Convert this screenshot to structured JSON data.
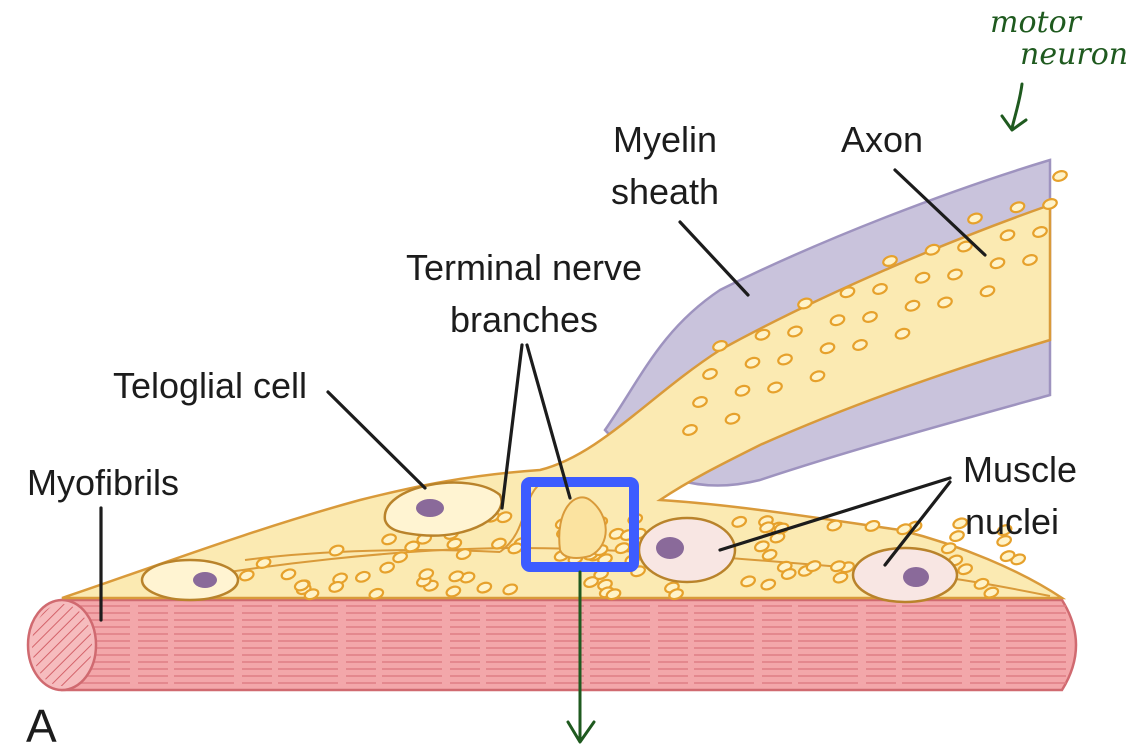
{
  "labels": {
    "myelin_sheath_line1": "Myelin",
    "myelin_sheath_line2": "sheath",
    "axon": "Axon",
    "terminal_line1": "Terminal nerve",
    "terminal_line2": "branches",
    "teloglial": "Teloglial cell",
    "myofibrils": "Myofibrils",
    "muscle_line1": "Muscle",
    "muscle_line2": "nuclei",
    "panel_letter": "A"
  },
  "annotations": {
    "handwritten_line1": "motor",
    "handwritten_line2": "neuron"
  },
  "colors": {
    "myelin": "#c9c3dc",
    "axoplasm": "#fbeab2",
    "membrane_outline": "#d99a3a",
    "muscle": "#f3a7aa",
    "muscle_stripe": "#e07f84",
    "nucleus": "#8a6a9a",
    "highlight_box": "#3d5cff",
    "annotation_ink": "#1f5a1f"
  }
}
